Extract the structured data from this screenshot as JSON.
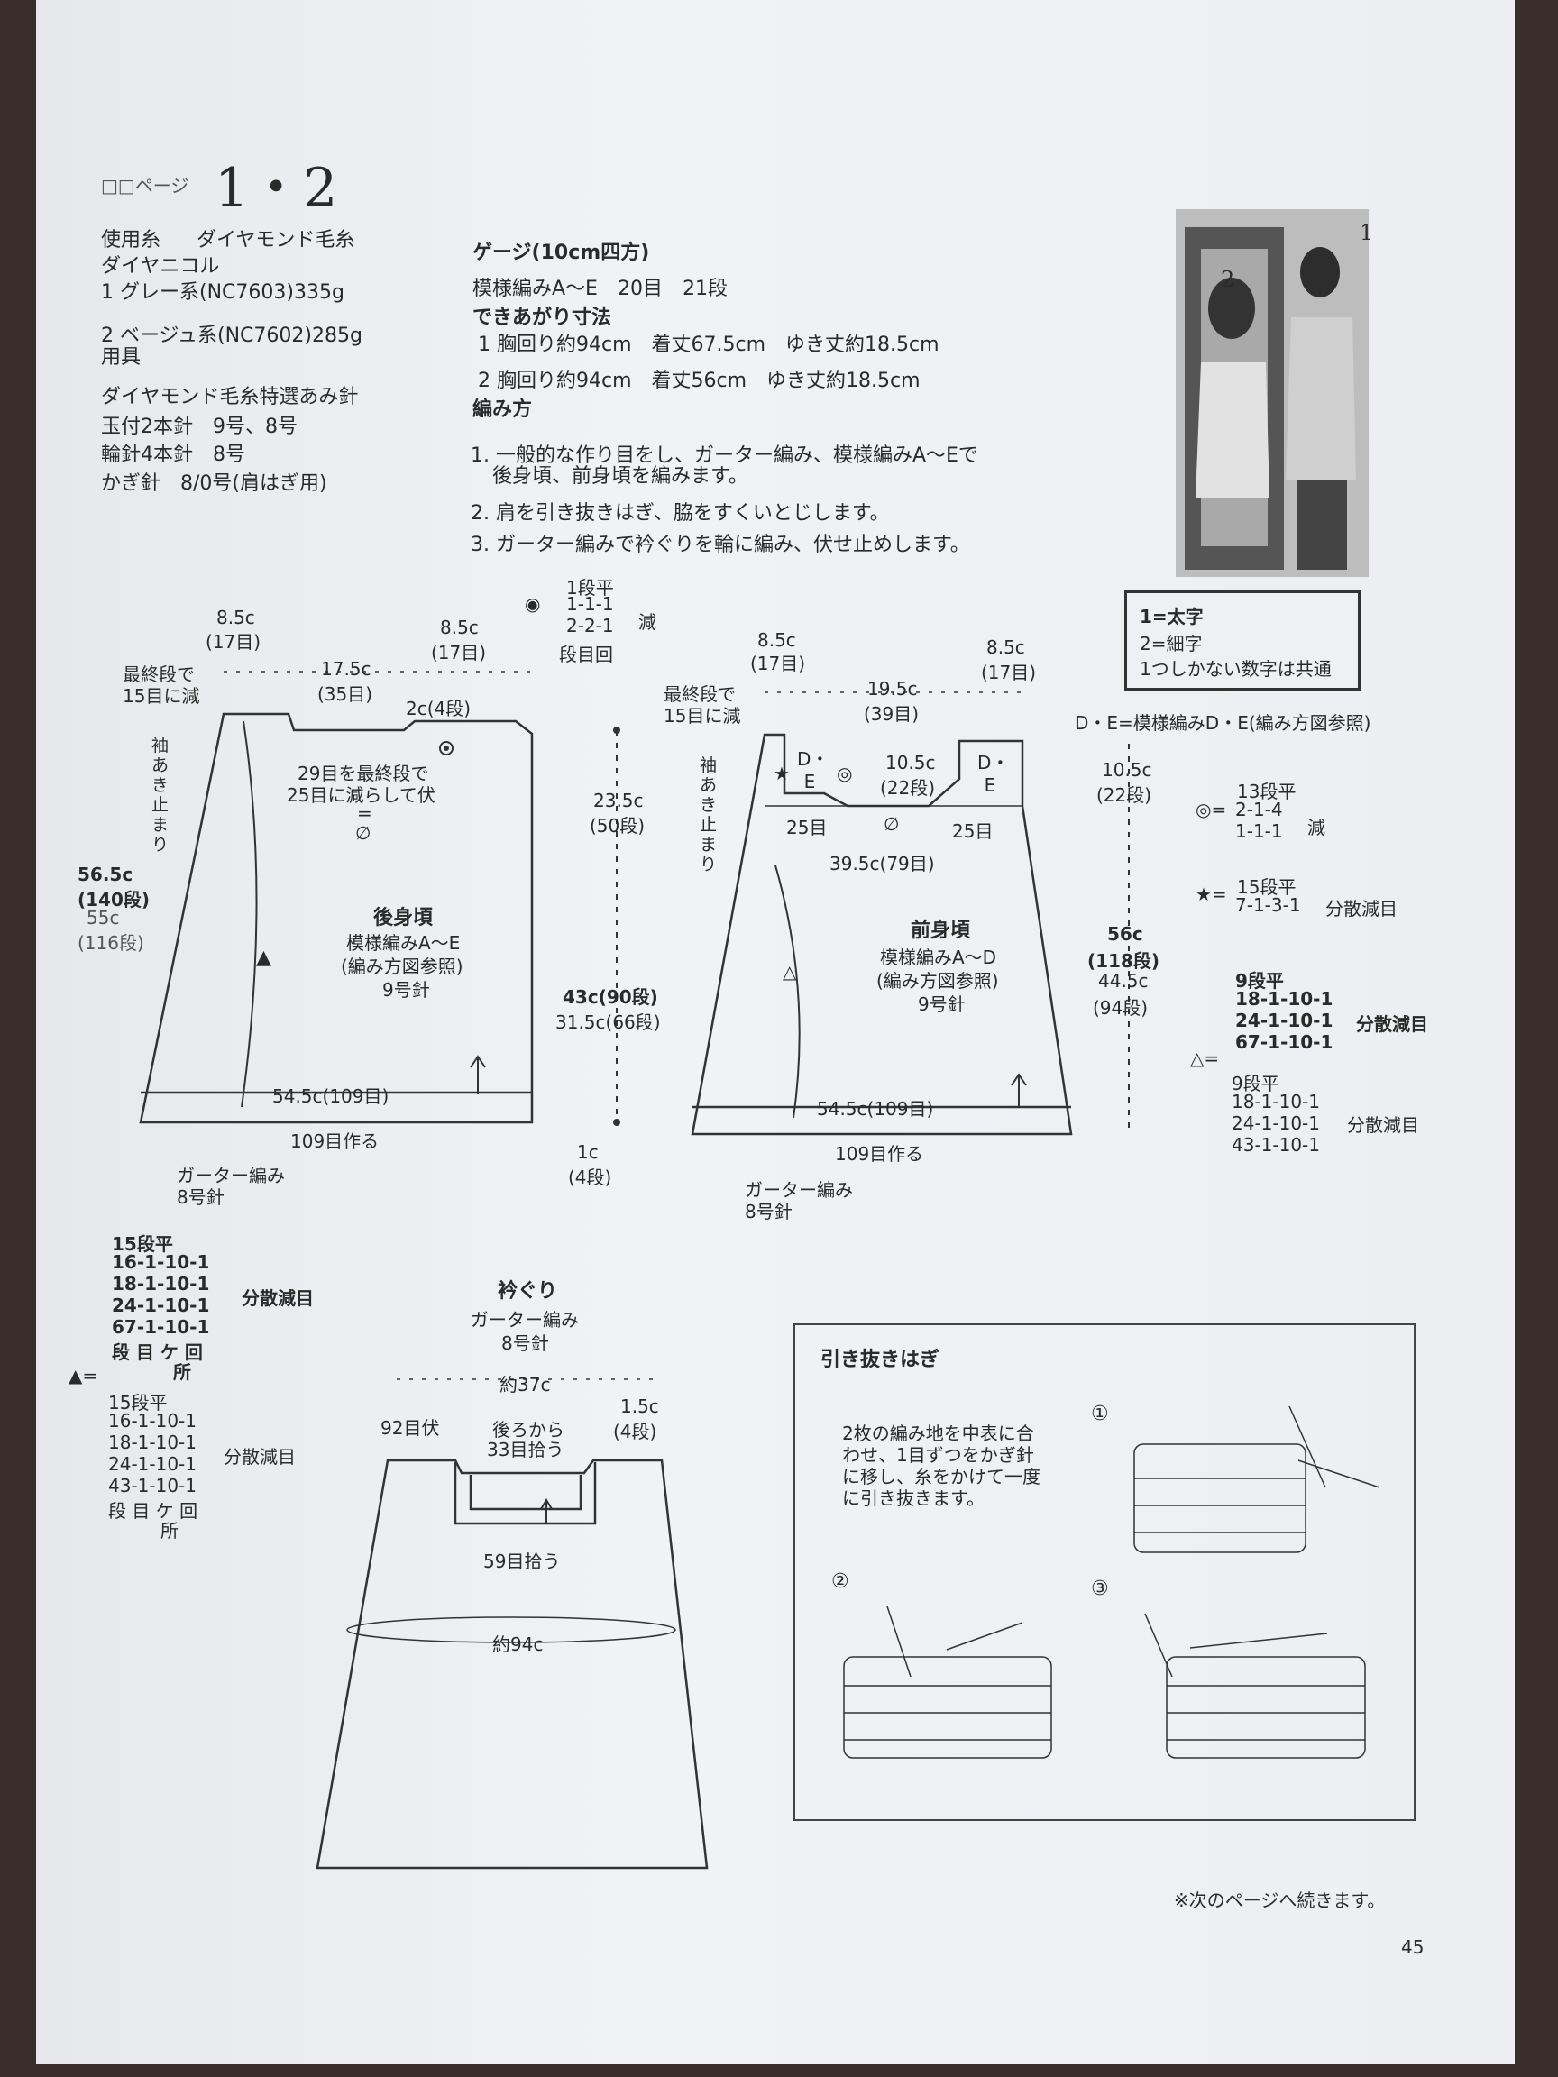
{
  "header": {
    "page_ref": "□□ページ",
    "model_numbers": "1・2"
  },
  "materials": {
    "yarn_label": "使用糸",
    "yarn_maker": "ダイヤモンド毛糸",
    "yarn_name": "ダイヤニコル",
    "color1": "1 グレー系(NC7603)335g",
    "color2": "2 ベージュ系(NC7602)285g",
    "tools_label": "用具",
    "tools_brand": "ダイヤモンド毛糸特選あみ針",
    "needle1": "玉付2本針　9号、8号",
    "needle2": "輪針4本針　8号",
    "needle3": "かぎ針　8/0号(肩はぎ用)"
  },
  "gauge": {
    "heading": "ゲージ(10cm四方)",
    "value": "模様編みA〜E　20目　21段"
  },
  "finished": {
    "heading": "できあがり寸法",
    "line1": "1 胸回り約94cm　着丈67.5cm　ゆき丈約18.5cm",
    "line2": "2 胸回り約94cm　着丈56cm　ゆき丈約18.5cm"
  },
  "method": {
    "heading": "編み方",
    "step1a": "1. 一般的な作り目をし、ガーター編み、模様編みA〜Eで",
    "step1b": "後身頃、前身頃を編みます。",
    "step2": "2. 肩を引き抜きはぎ、脇をすくいとじします。",
    "step3": "3. ガーター編みで衿ぐりを輪に編み、伏せ止めします。"
  },
  "photo_labels": {
    "one": "1",
    "two": "2"
  },
  "legend": {
    "line1": "1=太字",
    "line2": "2=細字",
    "line3": "1つしかない数字は共通"
  },
  "de_note": "D・E=模様編みD・E(編み方図参照)",
  "back": {
    "shoulder_l": "8.5c",
    "shoulder_l_st": "(17目)",
    "neck_w": "17.5c",
    "neck_w_st": "(35目)",
    "shoulder_r": "8.5c",
    "shoulder_r_st": "(17目)",
    "last_row": "最終段で",
    "dec15": "15目に減",
    "neck_depth": "2c(4段)",
    "neck_dec1": "29目を最終段で",
    "neck_dec2": "25目に減らして伏",
    "eq": "=",
    "empty": "∅",
    "armhole": "袖あき止まり",
    "len1": "56.5c",
    "len1_st": "(140段)",
    "len2": "55c",
    "len2_st": "(116段)",
    "title": "後身頃",
    "pattern": "模様編みA〜E",
    "ref": "(編み方図参照)",
    "needle": "9号針",
    "width": "54.5c(109目)",
    "cast_on": "109目作る",
    "garter": "ガーター編み",
    "garter_needle": "8号針",
    "tri": "▲"
  },
  "shoulder_dec": {
    "l1": "1段平",
    "l2": "1-1-1",
    "l3": "2-2-1",
    "l4": "段目回",
    "dec": "減",
    "mark": "◉"
  },
  "center_dims": {
    "d1": "23.5c",
    "d1_st": "(50段)",
    "d2": "43c(90段)",
    "d3": "31.5c(66段)",
    "d4": "1c",
    "d4_st": "(4段)"
  },
  "front": {
    "shoulder_l": "8.5c",
    "shoulder_l_st": "(17目)",
    "neck_w": "19.5c",
    "neck_w_st": "(39目)",
    "shoulder_r": "8.5c",
    "shoulder_r_st": "(17目)",
    "last_row": "最終段で",
    "dec15": "15目に減",
    "de_l": "D・E",
    "de_r": "D・E",
    "star": "★",
    "circ": "◎",
    "neck_depth": "10.5c",
    "neck_depth_st": "(22段)",
    "n25l": "25目",
    "n25r": "25目",
    "empty": "∅",
    "yoke_w": "39.5c(79目)",
    "armhole": "袖あき止まり",
    "title": "前身頃",
    "pattern": "模様編みA〜D",
    "ref": "(編み方図参照)",
    "needle": "9号針",
    "width": "54.5c(109目)",
    "cast_on": "109目作る",
    "garter": "ガーター編み",
    "garter_needle": "8号針",
    "tri": "△"
  },
  "right_dims": {
    "d1": "10.5c",
    "d1_st": "(22段)",
    "d2": "56c",
    "d2_st": "(118段)",
    "d3": "44.5c",
    "d3_st": "(94段)"
  },
  "right_notes": {
    "circ_mark": "◎=",
    "c1": "13段平",
    "c2": "2-1-4",
    "c3": "1-1-1",
    "c_dec": "減",
    "star_mark": "★=",
    "s1": "15段平",
    "s2": "7-1-3-1",
    "s_dec": "分散減目",
    "b1": "9段平",
    "b2": "18-1-10-1",
    "b3": "24-1-10-1",
    "b4": "67-1-10-1",
    "b_dec": "分散減目",
    "tri_mark": "△=",
    "t1": "9段平",
    "t2": "18-1-10-1",
    "t3": "24-1-10-1",
    "t4": "43-1-10-1",
    "t_dec": "分散減目"
  },
  "left_notes": {
    "b1": "15段平",
    "b2": "16-1-10-1",
    "b3": "18-1-10-1",
    "b4": "24-1-10-1",
    "b5": "67-1-10-1",
    "b6": "段 目 ケ 回",
    "b7": "所",
    "b_dec": "分散減目",
    "tri_mark": "▲=",
    "t1": "15段平",
    "t2": "16-1-10-1",
    "t3": "18-1-10-1",
    "t4": "24-1-10-1",
    "t5": "43-1-10-1",
    "t6": "段 目 ケ 回",
    "t7": "所",
    "t_dec": "分散減目"
  },
  "collar": {
    "title": "衿ぐり",
    "garter": "ガーター編み",
    "needle": "8号針",
    "w37": "約37c",
    "bind": "92目伏",
    "back_pick1": "後ろから",
    "back_pick2": "33目拾う",
    "depth": "1.5c",
    "depth_st": "(4段)",
    "front_pick": "59目拾う",
    "w94": "約94c"
  },
  "hikinuki": {
    "title": "引き抜きはぎ",
    "desc1": "2枚の編み地を中表に合",
    "desc2": "わせ、1目ずつをかぎ針",
    "desc3": "に移し、糸をかけて一度",
    "desc4": "に引き抜きます。",
    "n1": "①",
    "n2": "②",
    "n3": "③"
  },
  "footer": {
    "continue": "※次のページへ続きます。",
    "page_no": "45"
  }
}
